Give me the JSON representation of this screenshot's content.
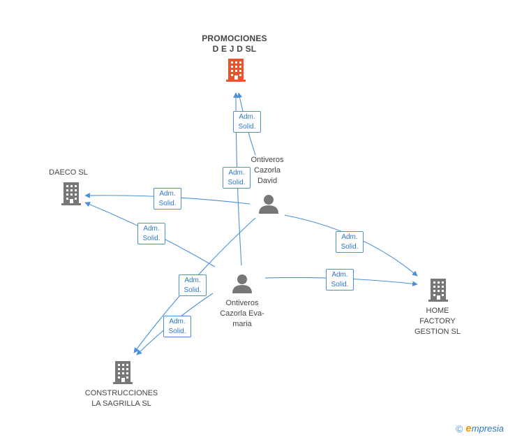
{
  "nodes": {
    "promociones": {
      "label": "PROMOCIONES\nD E J D SL",
      "color": "#e8542b"
    },
    "daeco": {
      "label": "DAECO SL",
      "color": "#777777"
    },
    "home_factory": {
      "label": "HOME\nFACTORY\nGESTION SL",
      "color": "#777777"
    },
    "construcciones": {
      "label": "CONSTRUCCIONES\nLA SAGRILLA SL",
      "color": "#777777"
    },
    "david": {
      "label": "Ontiveros\nCazorla\nDavid"
    },
    "eva": {
      "label": "Ontiveros\nCazorla Eva-\nmaria"
    }
  },
  "edge_label": "Adm.\nSolid.",
  "colors": {
    "edge": "#4a90d9",
    "person": "#777777"
  },
  "footer": {
    "copyright": "©",
    "brand_initial": "e",
    "brand_rest": "mpresia"
  }
}
